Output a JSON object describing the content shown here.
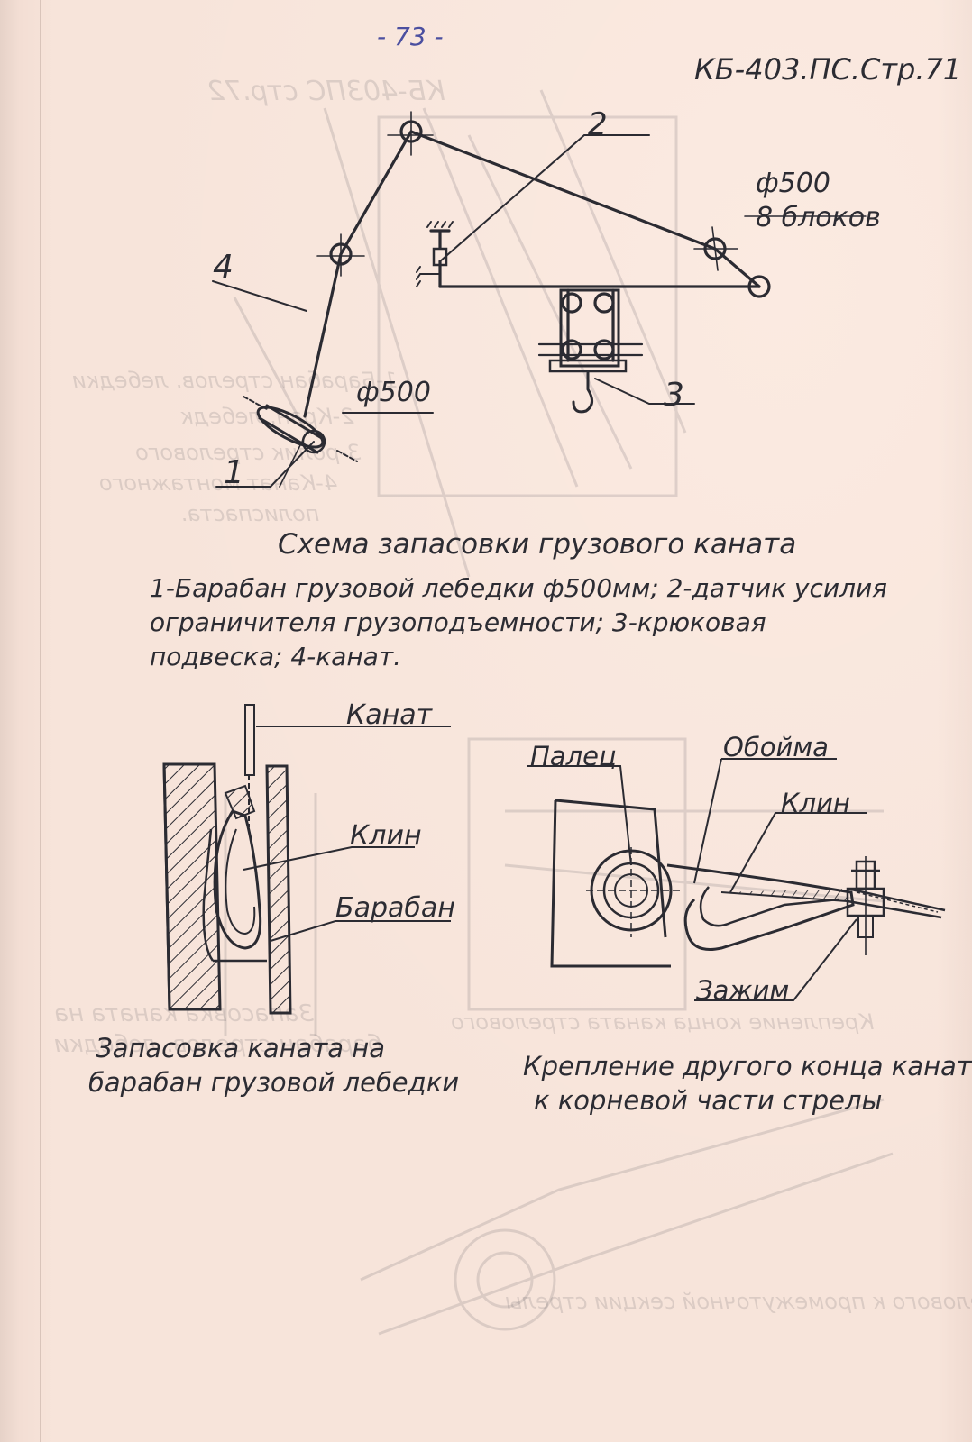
{
  "page": {
    "number": "- 73 -",
    "doc_ref": "КБ-403.ПС.Стр.71"
  },
  "diagram1": {
    "label_1": "1",
    "label_2": "2",
    "label_3": "3",
    "label_4": "4",
    "drum_dia": "ф500",
    "blocks_dia": "ф500",
    "blocks_count": "8 блоков",
    "title": "Схема запасовки грузового каната",
    "legend_line1": "1-Барабан грузовой лебедки ф500мм; 2-датчик усилия",
    "legend_line2": "ограничителя грузоподъемности; 3-крюковая",
    "legend_line3": "подвеска; 4-канат."
  },
  "diagram2": {
    "label_rope": "Канат",
    "label_wedge": "Клин",
    "label_drum": "Барабан",
    "caption_line1": "Запасовка каната на",
    "caption_line2": "барабан грузовой лебедки"
  },
  "diagram3": {
    "label_pin": "Палец",
    "label_clip": "Обойма",
    "label_wedge": "Клин",
    "label_clamp": "Зажим",
    "caption_line1": "Крепление другого конца каната",
    "caption_line2": "к корневой части стрелы"
  },
  "bleed_through": {
    "t1": "КБ-403ПС стр.72",
    "t2": "1-Барабан стрелов. лебедки",
    "t3": "2-Кран. лебедк",
    "t4": "3-ролик стрелового",
    "t5": "4-Канат монтажного",
    "t6": "полиспаста.",
    "t7": "Запасовка каната на",
    "t8": "барабан стрелов. лебедки",
    "t9": "Крепление конца каната стрелового",
    "t10": "Крепление каната стрелового к промежуточной секции стрелы"
  }
}
